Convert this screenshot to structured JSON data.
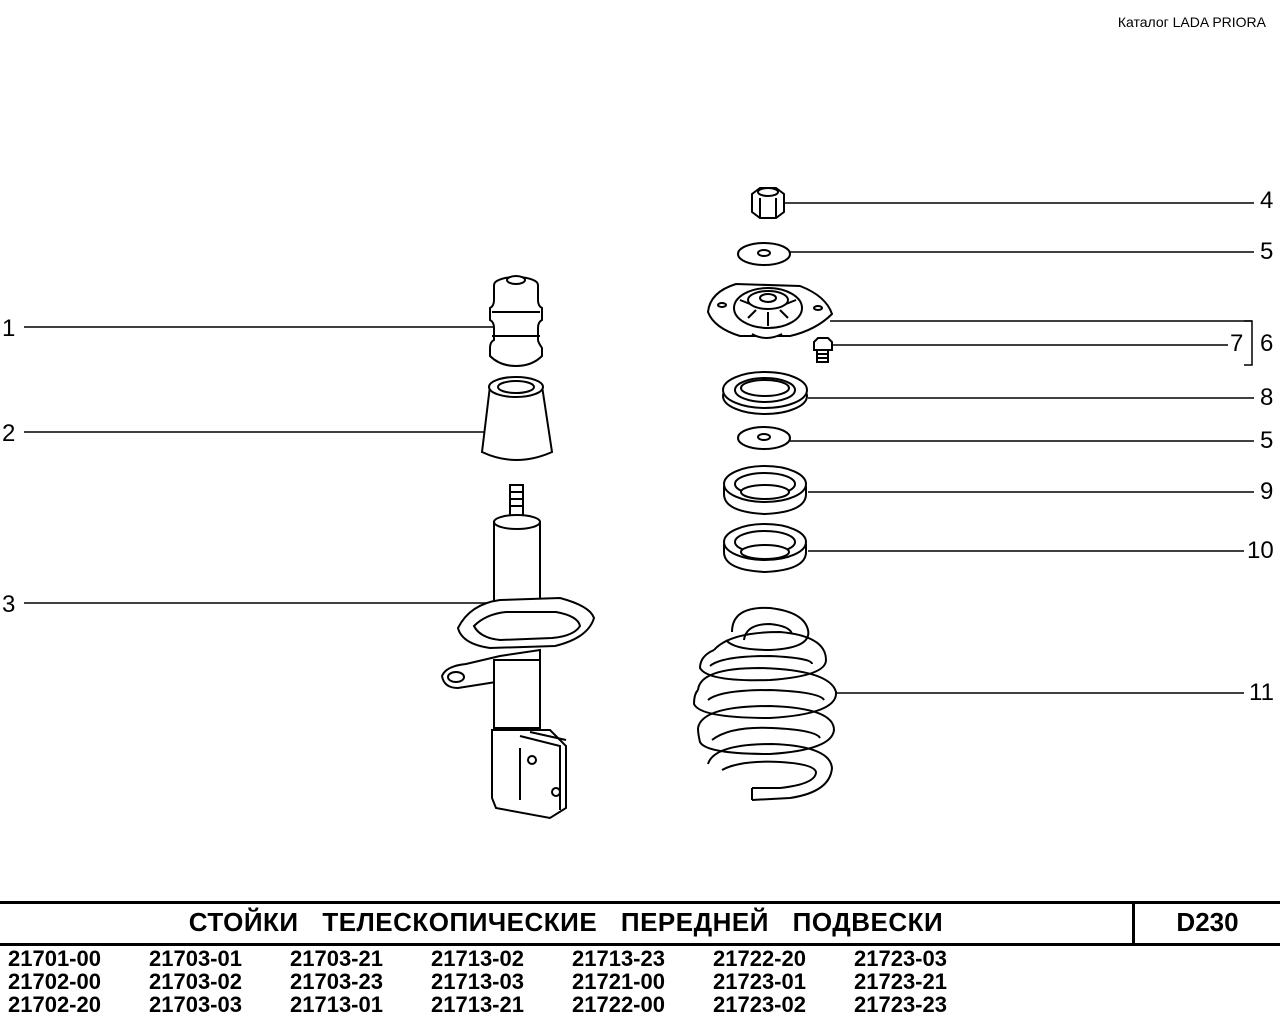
{
  "header": {
    "catalog": "Каталог  LADA  PRIORA"
  },
  "callouts": {
    "c1": "1",
    "c2": "2",
    "c3": "3",
    "c4": "4",
    "c5a": "5",
    "c6": "6",
    "c7": "7",
    "c8": "8",
    "c5b": "5",
    "c9": "9",
    "c10": "10",
    "c11": "11"
  },
  "footer": {
    "title": "СТОЙКИ   ТЕЛЕСКОПИЧЕСКИЕ   ПЕРЕДНЕЙ   ПОДВЕСКИ",
    "code": "D230",
    "models": [
      "21701-00",
      "21703-01",
      "21703-21",
      "21713-02",
      "21713-23",
      "21722-20",
      "21723-03",
      "21702-00",
      "21703-02",
      "21703-23",
      "21713-03",
      "21721-00",
      "21723-01",
      "21723-21",
      "21702-20",
      "21703-03",
      "21713-01",
      "21713-21",
      "21722-00",
      "21723-02",
      "21723-23"
    ]
  }
}
